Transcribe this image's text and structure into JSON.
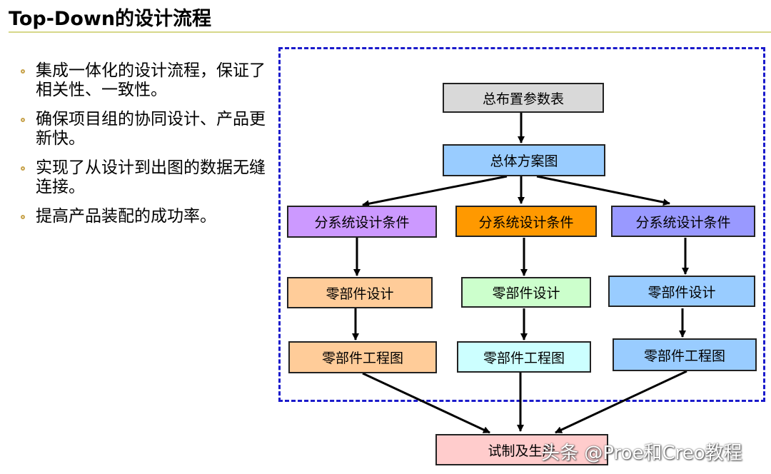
{
  "header": {
    "title": "Top-Down的设计流程"
  },
  "bullets": [
    "集成一体化的设计流程，保证了相关性、一致性。",
    "确保项目组的协同设计、产品更新快。",
    "实现了从设计到出图的数据无缝连接。",
    "提高产品装配的成功率。"
  ],
  "flow": {
    "top": "总布置参数表",
    "plan": "总体方案图",
    "subsystems": [
      "分系统设计条件",
      "分系统设计条件",
      "分系统设计条件"
    ],
    "parts_design": [
      "零部件设计",
      "零部件设计",
      "零部件设计"
    ],
    "parts_drawing": [
      "零部件工程图",
      "零部件工程图",
      "零部件工程图"
    ],
    "final": "试制及生产"
  },
  "colors": {
    "top": "#d9d9d9",
    "plan": "#99ccff",
    "subsystems": [
      "#cc99ff",
      "#ff9900",
      "#9999ff"
    ],
    "parts_design": [
      "#ffcc99",
      "#ccffcc",
      "#99ccff"
    ],
    "parts_drawing": [
      "#ffcc99",
      "#ccffff",
      "#99ccff"
    ],
    "final": "#ffcccc",
    "frame": "#1a1acb",
    "bullet": "#c7a24a"
  },
  "watermark": "头条 @Proe和Creo教程"
}
